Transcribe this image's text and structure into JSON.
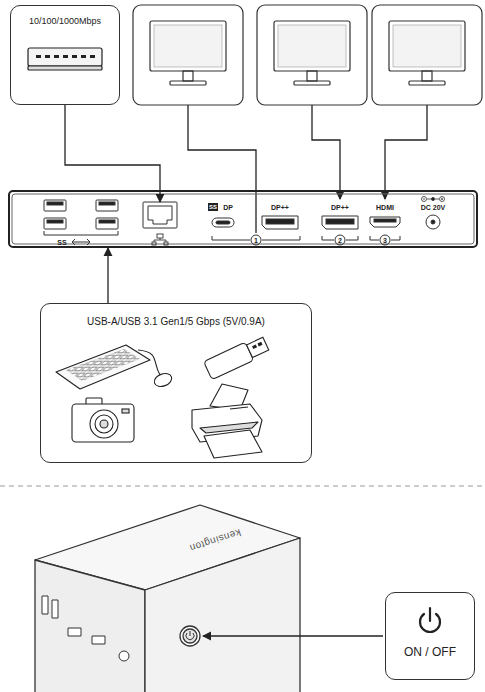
{
  "diagram": {
    "nodes": [
      {
        "text": [
          "10/100/1000Mbps"
        ]
      },
      {
        "text": [
          "SS",
          "SS",
          "DP",
          "DP++",
          "1",
          "DP++",
          "2",
          "HDMI",
          "3",
          "DC 20V"
        ]
      },
      {
        "text": [
          "USB-A/USB 3.1 Gen1/5 Gbps (5V/0.9A)"
        ]
      },
      {
        "text": [
          "ON / OFF"
        ]
      }
    ],
    "edges": [
      {
        "from": 0,
        "to": 1,
        "arrow": "to"
      },
      {
        "from": 2,
        "to": 1,
        "arrow": "to"
      }
    ],
    "labels": [
      "kensington"
    ]
  }
}
